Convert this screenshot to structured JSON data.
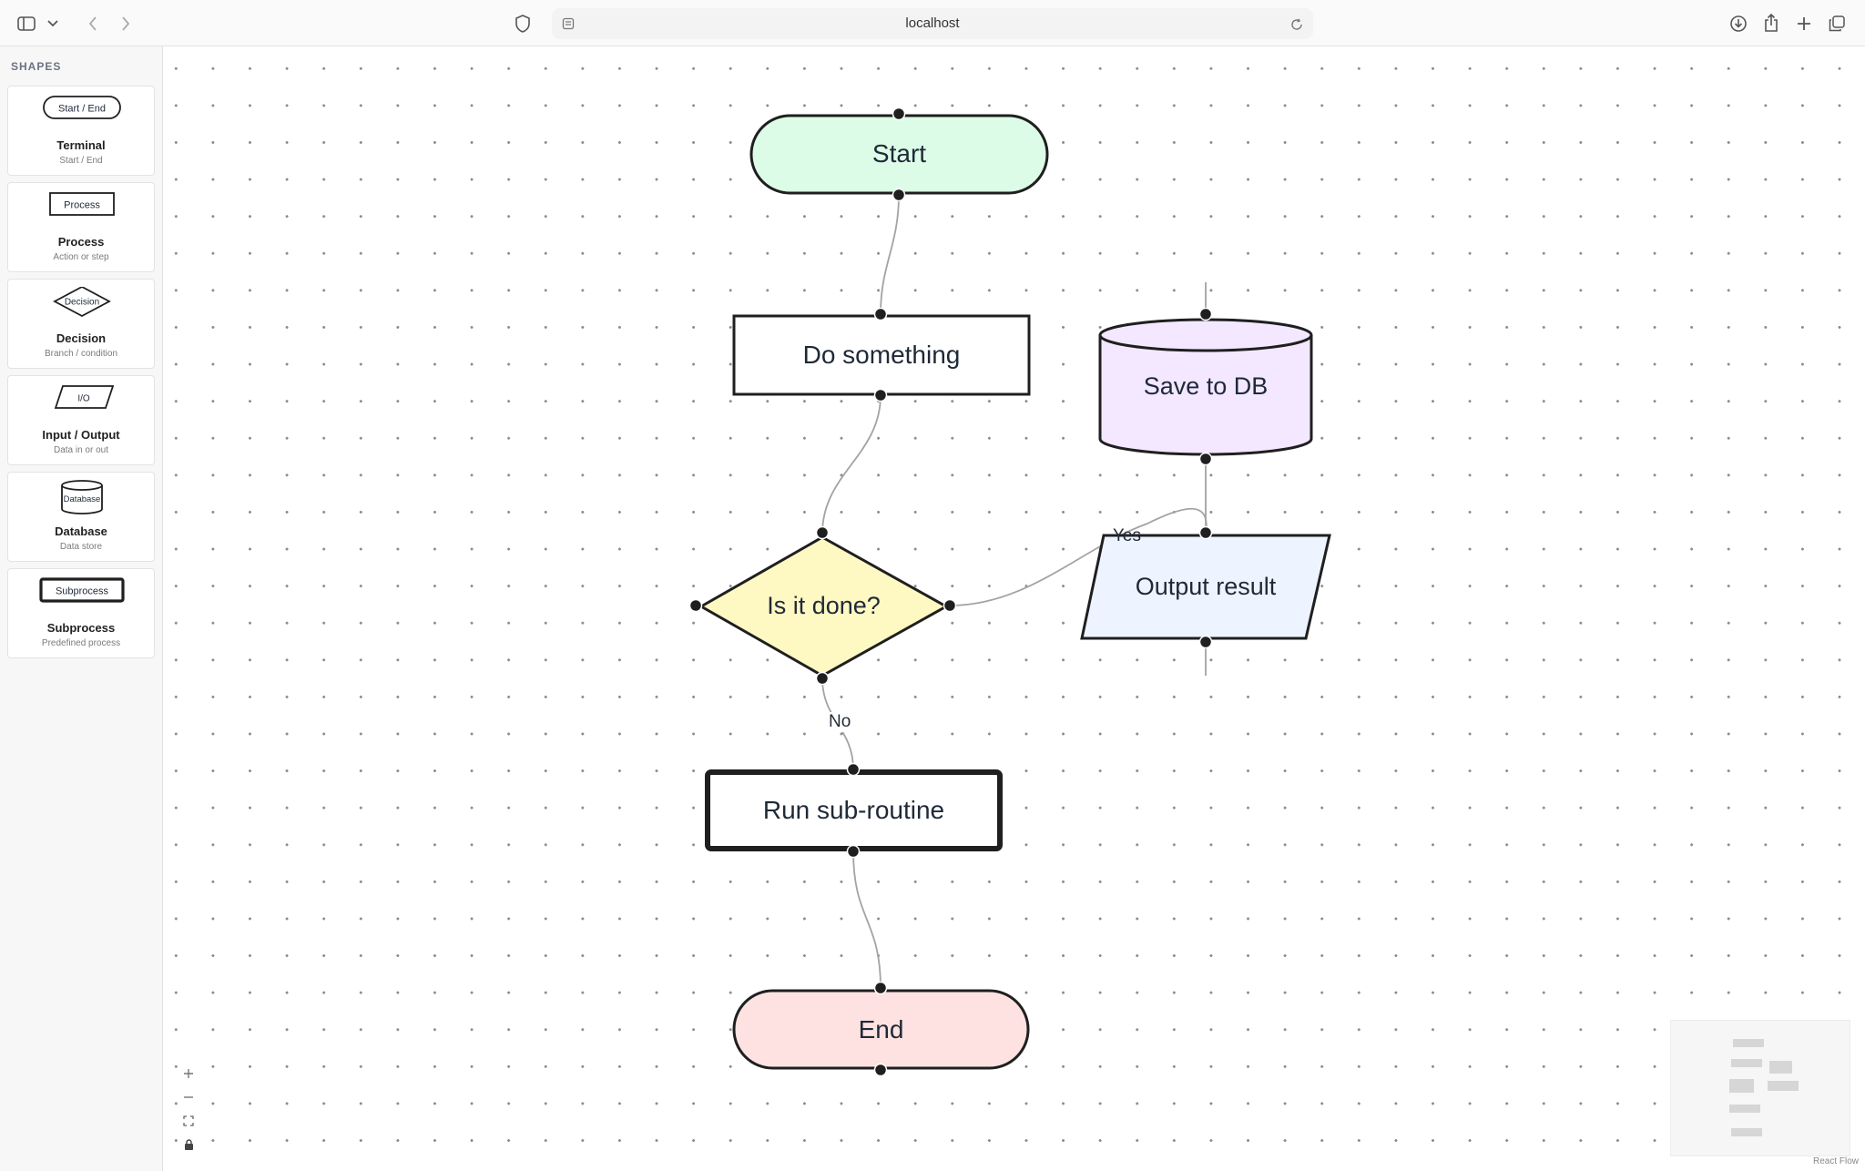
{
  "browser": {
    "address": "localhost"
  },
  "sidebar": {
    "title": "SHAPES",
    "cards": [
      {
        "preview": "Start / End",
        "name": "Terminal",
        "desc": "Start / End",
        "icon": "terminal-shape-icon"
      },
      {
        "preview": "Process",
        "name": "Process",
        "desc": "Action or step",
        "icon": "process-shape-icon"
      },
      {
        "preview": "Decision",
        "name": "Decision",
        "desc": "Branch / condition",
        "icon": "decision-shape-icon"
      },
      {
        "preview": "I/O",
        "name": "Input / Output",
        "desc": "Data in or out",
        "icon": "io-shape-icon"
      },
      {
        "preview": "Database",
        "name": "Database",
        "desc": "Data store",
        "icon": "database-shape-icon"
      },
      {
        "preview": "Subprocess",
        "name": "Subprocess",
        "desc": "Predefined process",
        "icon": "subprocess-shape-icon"
      }
    ]
  },
  "flow": {
    "nodes": {
      "start": "Start",
      "do_something": "Do something",
      "decision": "Is it done?",
      "subroutine": "Run sub-routine",
      "end": "End",
      "save_db": "Save to DB",
      "output": "Output result"
    },
    "edge_labels": {
      "yes": "Yes",
      "no": "No"
    },
    "colors": {
      "start_fill": "#dcfce7",
      "end_fill": "#fee2e2",
      "decision_fill": "#fef9c3",
      "database_fill": "#f3e8ff",
      "output_fill": "#eef4ff",
      "process_fill": "#ffffff",
      "edge": "#a3a3a3",
      "stroke": "#1f1f1f"
    }
  },
  "footer": {
    "attribution": "React Flow"
  }
}
